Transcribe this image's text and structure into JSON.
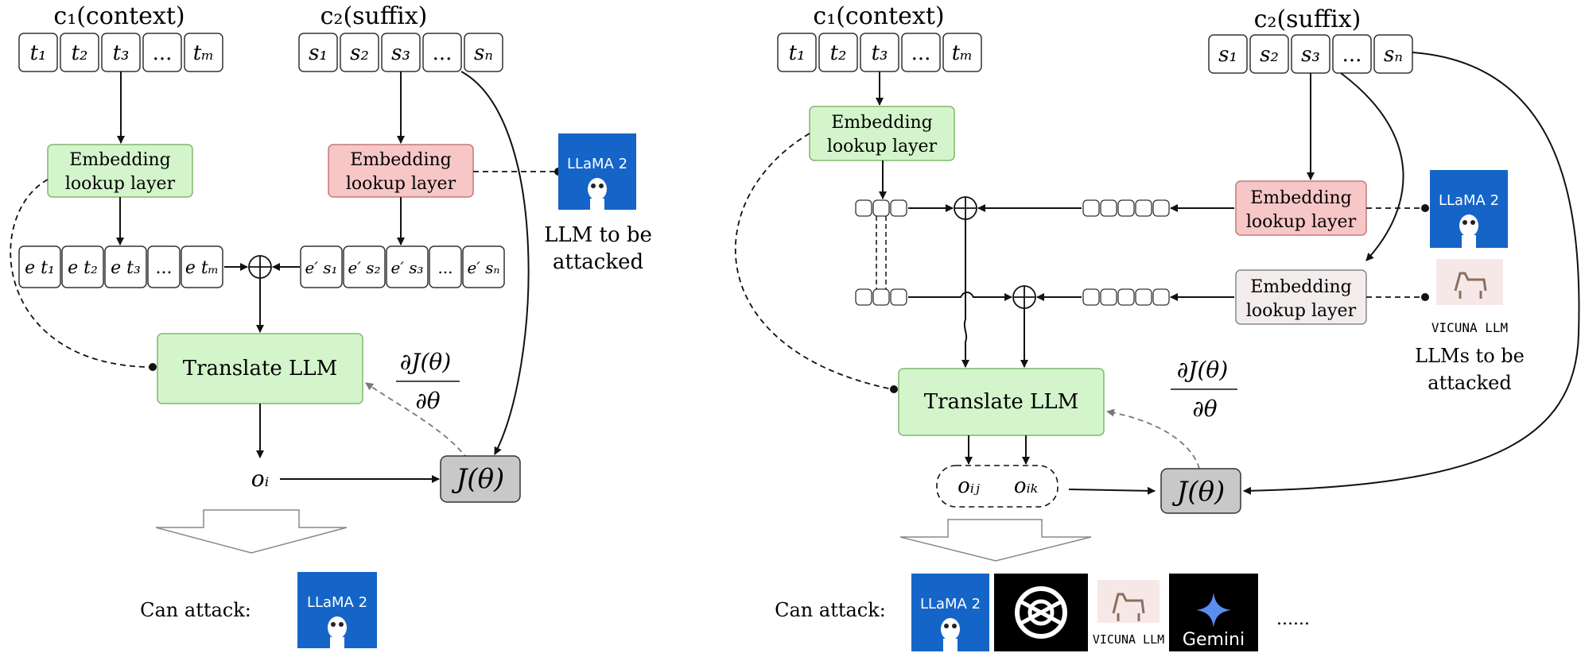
{
  "left": {
    "context_label": "c₁(context)",
    "suffix_label": "c₂(suffix)",
    "context_tokens": [
      "t₁",
      "t₂",
      "t₃",
      "...",
      "tₘ"
    ],
    "suffix_tokens": [
      "s₁",
      "s₂",
      "s₃",
      "...",
      "sₙ"
    ],
    "embedding_green_line1": "Embedding",
    "embedding_green_line2": "lookup layer",
    "embedding_red_line1": "Embedding",
    "embedding_red_line2": "lookup layer",
    "embedded_context": [
      "e t₁",
      "e t₂",
      "e t₃",
      "...",
      "e tₘ"
    ],
    "embedded_suffix": [
      "e′ s₁",
      "e′ s₂",
      "e′ s₃",
      "...",
      "e′ sₙ"
    ],
    "concat_symbol": "⊕",
    "translate_llm": "Translate LLM",
    "gradient_top": "∂J(θ)",
    "gradient_bottom": "∂θ",
    "output": "oᵢ",
    "loss": "J(θ)",
    "target_caption_line1": "LLM to be",
    "target_caption_line2": "attacked",
    "can_attack": "Can attack:",
    "llama_logo_text": "LLaMA 2"
  },
  "right": {
    "context_label": "c₁(context)",
    "suffix_label": "c₂(suffix)",
    "context_tokens": [
      "t₁",
      "t₂",
      "t₃",
      "...",
      "tₘ"
    ],
    "suffix_tokens": [
      "s₁",
      "s₂",
      "s₃",
      "...",
      "sₙ"
    ],
    "embedding_green_line1": "Embedding",
    "embedding_green_line2": "lookup layer",
    "embedding_red_line1": "Embedding",
    "embedding_red_line2": "lookup layer",
    "embedding_gray_line1": "Embedding",
    "embedding_gray_line2": "lookup layer",
    "concat_symbol": "⊕",
    "translate_llm": "Translate LLM",
    "gradient_top": "∂J(θ)",
    "gradient_bottom": "∂θ",
    "output_j": "oᵢⱼ",
    "output_k": "oᵢₖ",
    "loss": "J(θ)",
    "target_caption_line1": "LLMs to be",
    "target_caption_line2": "attacked",
    "vicuna_caption": "VICUNA LLM",
    "can_attack": "Can attack:",
    "llama_logo_text": "LLaMA 2",
    "gemini_text": "Gemini",
    "ellipsis": "......"
  },
  "colors": {
    "green": "#d4f5cc",
    "green_stroke": "#7fb86f",
    "red": "#f7c6c6",
    "red_stroke": "#c47a7a",
    "gray": "#f2ecec",
    "loss_gray": "#c8c8c8",
    "llama_blue": "#1565c8"
  }
}
